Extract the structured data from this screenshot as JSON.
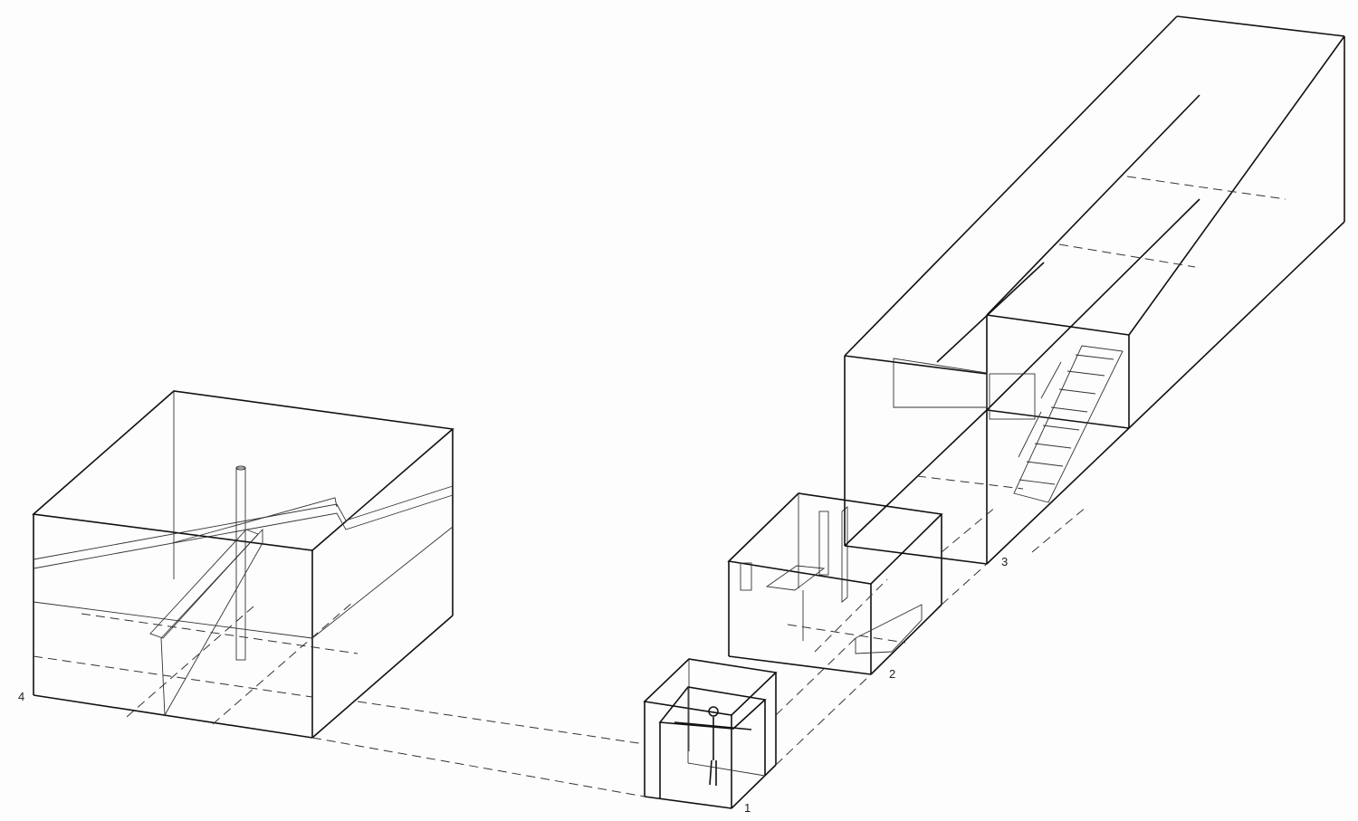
{
  "diagram": {
    "labels": {
      "box1": "1",
      "box2": "2",
      "box3": "3",
      "box4": "4"
    }
  }
}
